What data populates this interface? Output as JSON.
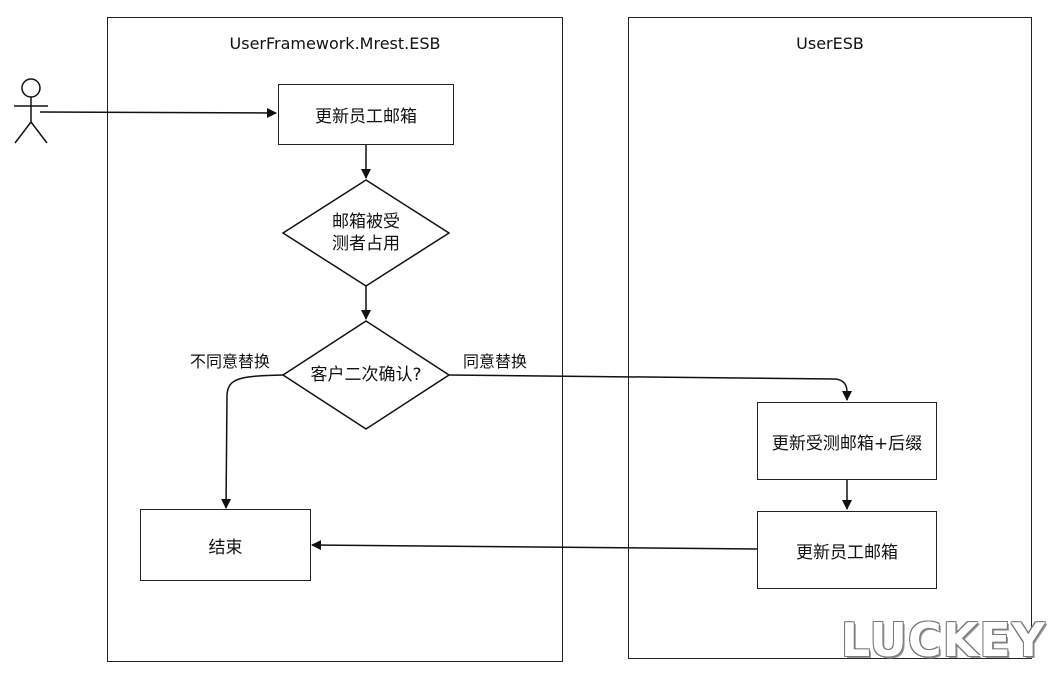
{
  "pools": {
    "left_title": "UserFramework.Mrest.ESB",
    "right_title": "UserESB"
  },
  "nodes": {
    "update_email_left": "更新员工邮箱",
    "email_occupied_line1": "邮箱被受",
    "email_occupied_line2": "测者占用",
    "customer_confirm": "客户二次确认?",
    "end": "结束",
    "update_subject_email": "更新受测邮箱+后缀",
    "update_email_right": "更新员工邮箱"
  },
  "edges": {
    "disagree_label": "不同意替换",
    "agree_label": "同意替换"
  },
  "watermark": "LUCKEY",
  "colors": {
    "line": "#111111",
    "background": "#ffffff"
  }
}
